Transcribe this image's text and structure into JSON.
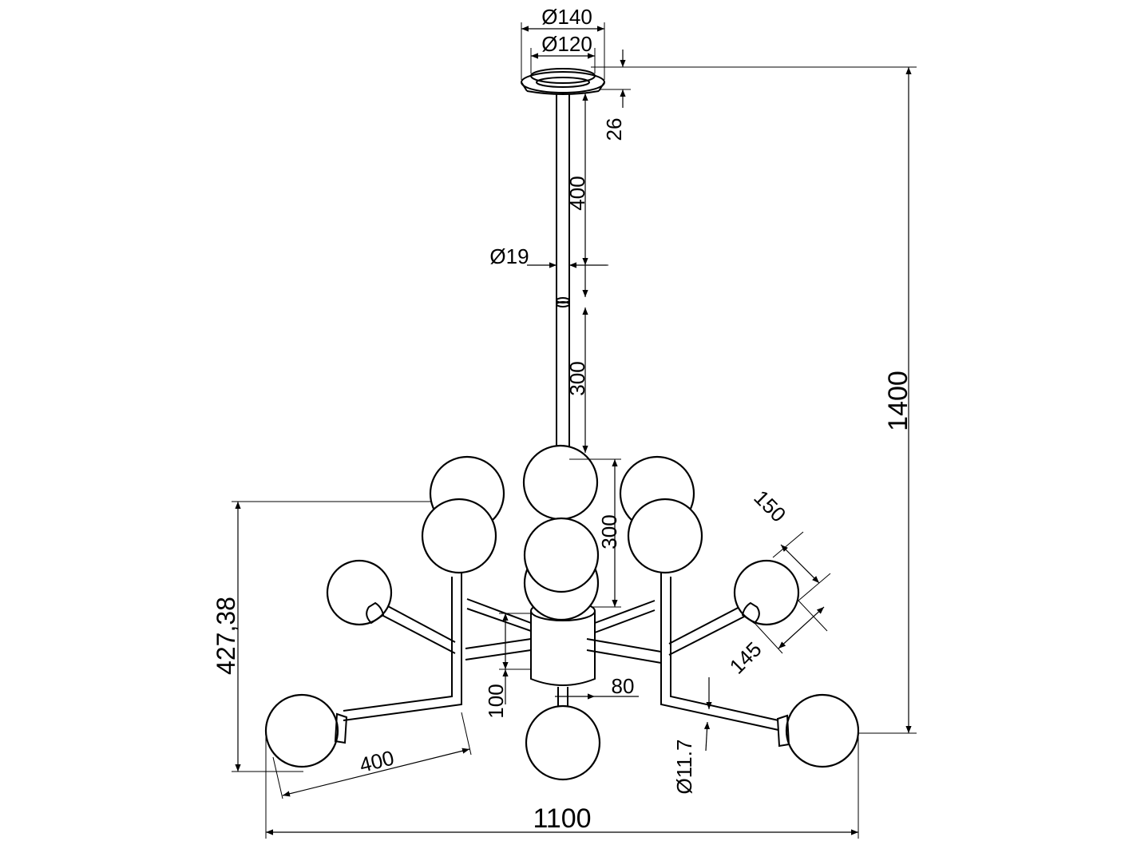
{
  "dimensions": {
    "canopy_outer_diameter": "Ø140",
    "canopy_inner_diameter": "Ø120",
    "canopy_height": "26",
    "rod_upper_length": "400",
    "rod_diameter": "Ø19",
    "rod_lower_length": "300",
    "total_height": "1400",
    "globe_tier_height": "300",
    "globe_diameter": "150",
    "socket_length": "145",
    "body_height_left": "427,38",
    "body_height": "100",
    "body_width": "80",
    "arm_length": "400",
    "arm_diameter": "Ø11.7",
    "total_width": "1100"
  },
  "colors": {
    "line": "#000000",
    "background": "#ffffff"
  }
}
